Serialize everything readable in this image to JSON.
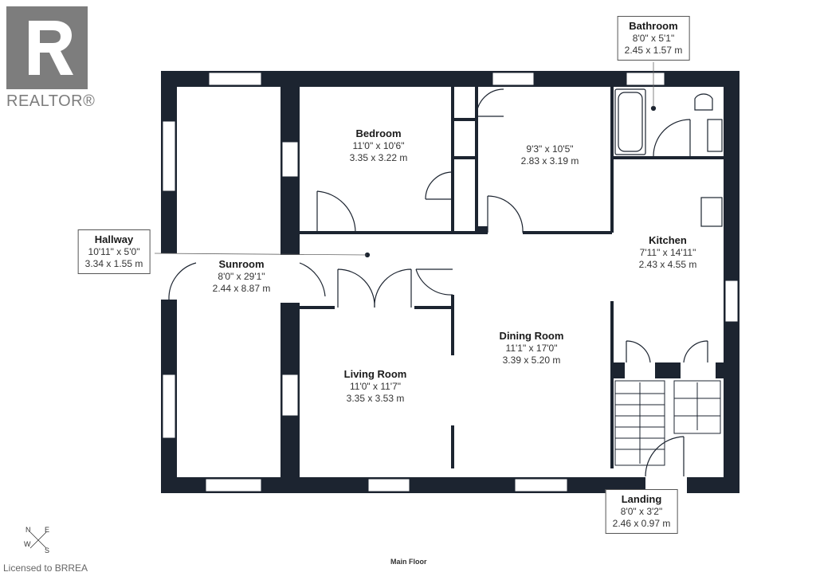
{
  "brand": {
    "logo_text": "REALTOR®"
  },
  "footer": {
    "license": "Licensed to BRREA",
    "floor_name": "Main Floor"
  },
  "compass": {
    "n": "N",
    "e": "E",
    "s": "S",
    "w": "W"
  },
  "rooms": {
    "bedroom": {
      "name": "Bedroom",
      "imperial": "11'0\" x 10'6\"",
      "metric": "3.35 x 3.22 m"
    },
    "room2": {
      "name": "",
      "imperial": "9'3\" x 10'5\"",
      "metric": "2.83 x 3.19 m"
    },
    "bathroom": {
      "name": "Bathroom",
      "imperial": "8'0\" x 5'1\"",
      "metric": "2.45 x 1.57 m"
    },
    "kitchen": {
      "name": "Kitchen",
      "imperial": "7'11\" x 14'11\"",
      "metric": "2.43 x 4.55 m"
    },
    "hallway": {
      "name": "Hallway",
      "imperial": "10'11\" x 5'0\"",
      "metric": "3.34 x 1.55 m"
    },
    "sunroom": {
      "name": "Sunroom",
      "imperial": "8'0\" x 29'1\"",
      "metric": "2.44 x 8.87 m"
    },
    "dining": {
      "name": "Dining Room",
      "imperial": "11'1\" x 17'0\"",
      "metric": "3.39 x 5.20 m"
    },
    "living": {
      "name": "Living Room",
      "imperial": "11'0\" x 11'7\"",
      "metric": "3.35 x 3.53 m"
    },
    "landing": {
      "name": "Landing",
      "imperial": "8'0\" x 3'2\"",
      "metric": "2.46 x 0.97 m"
    }
  },
  "colors": {
    "wall": "#1c2430",
    "window": "#ffffff",
    "logo": "#7d7d7d"
  }
}
